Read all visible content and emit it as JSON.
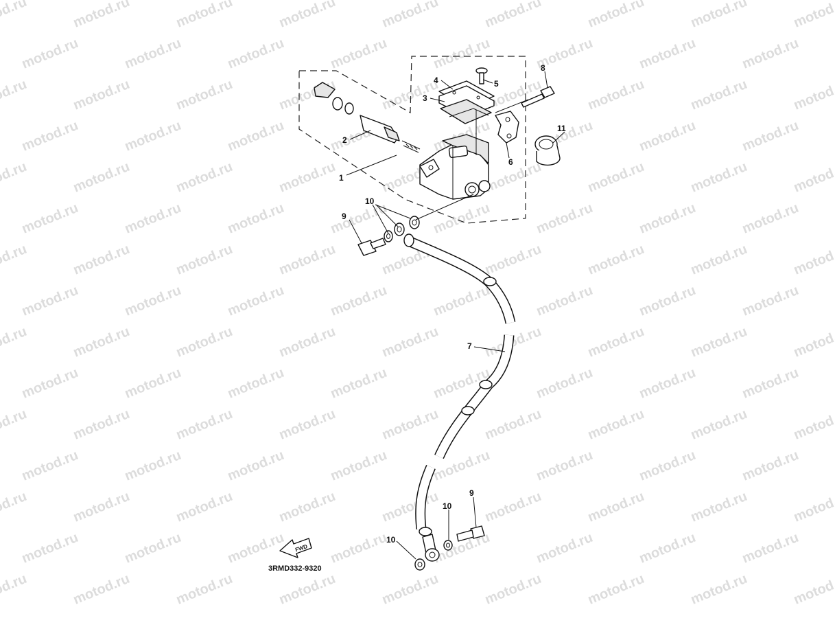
{
  "watermark": {
    "text": "motod.ru"
  },
  "diagram_code": "3RMD332-9320",
  "fwd_label": "FWD",
  "callouts": [
    {
      "id": "c1",
      "label": "1"
    },
    {
      "id": "c2",
      "label": "2"
    },
    {
      "id": "c3",
      "label": "3"
    },
    {
      "id": "c4",
      "label": "4"
    },
    {
      "id": "c5",
      "label": "5"
    },
    {
      "id": "c6",
      "label": "6"
    },
    {
      "id": "c7",
      "label": "7"
    },
    {
      "id": "c8",
      "label": "8"
    },
    {
      "id": "c9a",
      "label": "9"
    },
    {
      "id": "c9b",
      "label": "9"
    },
    {
      "id": "c10a",
      "label": "10"
    },
    {
      "id": "c10b",
      "label": "10"
    },
    {
      "id": "c10c",
      "label": "10"
    },
    {
      "id": "c11",
      "label": "11"
    }
  ]
}
